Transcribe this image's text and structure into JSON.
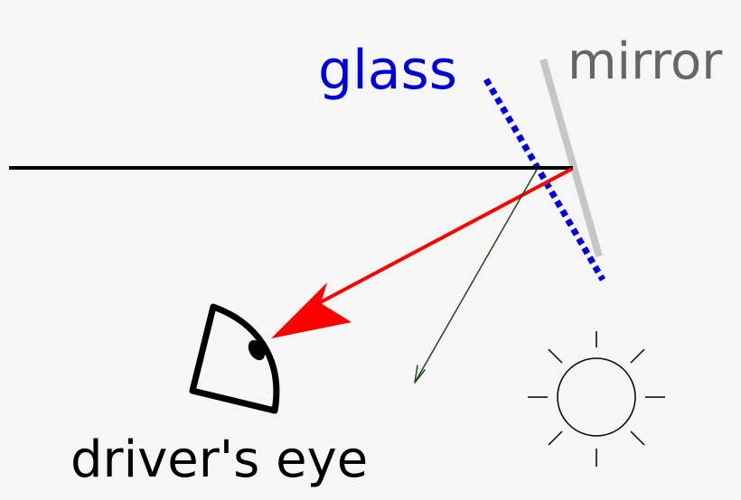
{
  "labels": {
    "glass": "glass",
    "mirror": "mirror",
    "eye": "driver's eye"
  },
  "colors": {
    "background": "#f6f6f6",
    "glass": "#0000dd",
    "mirror": "#c6c6c6",
    "mirror_label": "#666666",
    "reflected_ray": "#ff0000",
    "secondary_ray": "#1a4a1a",
    "incoming_ray": "#000000",
    "eye": "#000000",
    "sun": "#000000"
  },
  "icons": {
    "eye": "eye-icon",
    "sun": "sun-icon"
  }
}
